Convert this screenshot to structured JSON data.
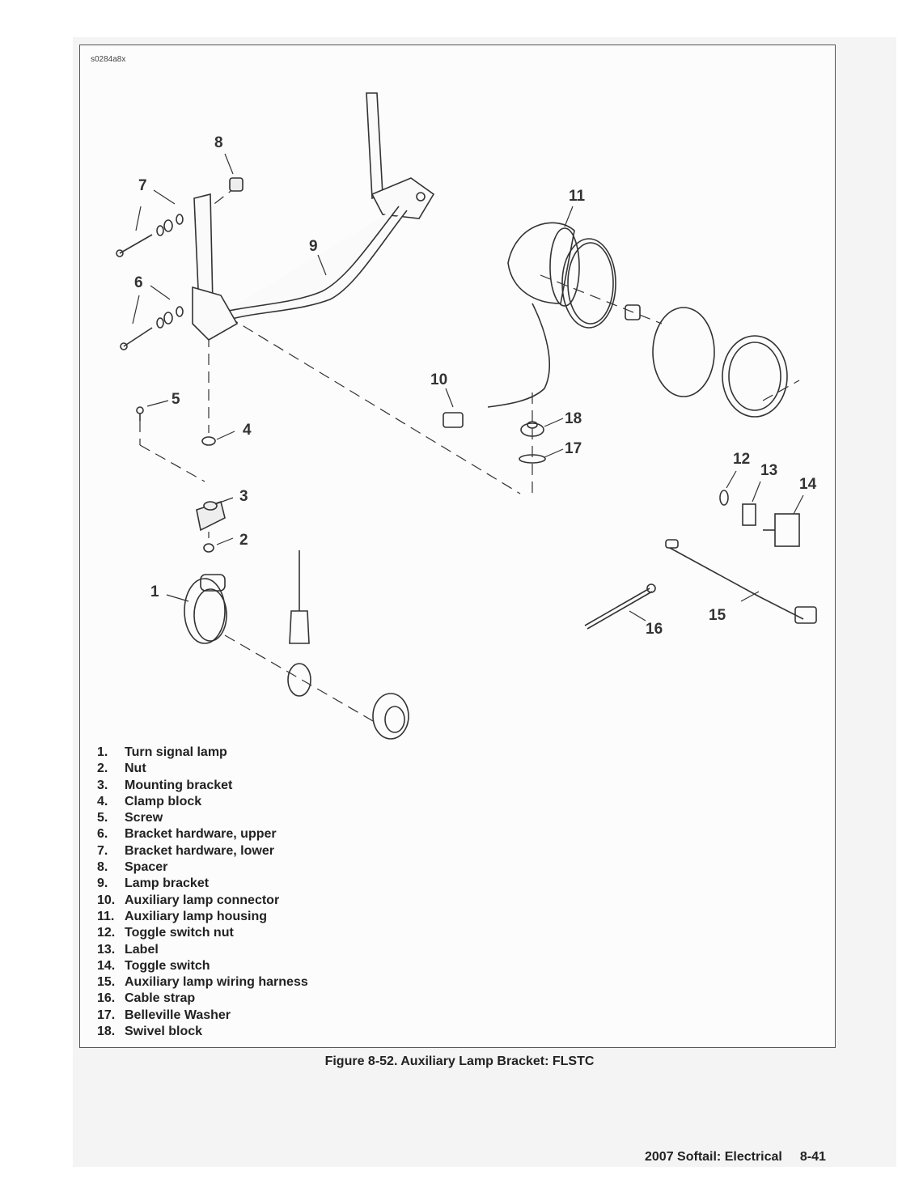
{
  "figure_id": "s0284a8x",
  "callouts": [
    "1",
    "2",
    "3",
    "4",
    "5",
    "6",
    "7",
    "8",
    "9",
    "10",
    "11",
    "12",
    "13",
    "14",
    "15",
    "16",
    "17",
    "18"
  ],
  "legend": [
    {
      "num": "1.",
      "label": "Turn signal lamp"
    },
    {
      "num": "2.",
      "label": "Nut"
    },
    {
      "num": "3.",
      "label": "Mounting bracket"
    },
    {
      "num": "4.",
      "label": "Clamp block"
    },
    {
      "num": "5.",
      "label": "Screw"
    },
    {
      "num": "6.",
      "label": "Bracket hardware, upper"
    },
    {
      "num": "7.",
      "label": "Bracket hardware, lower"
    },
    {
      "num": "8.",
      "label": "Spacer"
    },
    {
      "num": "9.",
      "label": "Lamp bracket"
    },
    {
      "num": "10.",
      "label": "Auxiliary lamp connector"
    },
    {
      "num": "11.",
      "label": "Auxiliary lamp housing"
    },
    {
      "num": "12.",
      "label": "Toggle switch nut"
    },
    {
      "num": "13.",
      "label": "Label"
    },
    {
      "num": "14.",
      "label": "Toggle switch"
    },
    {
      "num": "15.",
      "label": "Auxiliary lamp wiring harness"
    },
    {
      "num": "16.",
      "label": "Cable strap"
    },
    {
      "num": "17.",
      "label": "Belleville Washer"
    },
    {
      "num": "18.",
      "label": "Swivel block"
    }
  ],
  "caption": "Figure 8-52. Auxiliary Lamp Bracket: FLSTC",
  "footer": {
    "title": "2007 Softail: Electrical",
    "page": "8-41"
  }
}
